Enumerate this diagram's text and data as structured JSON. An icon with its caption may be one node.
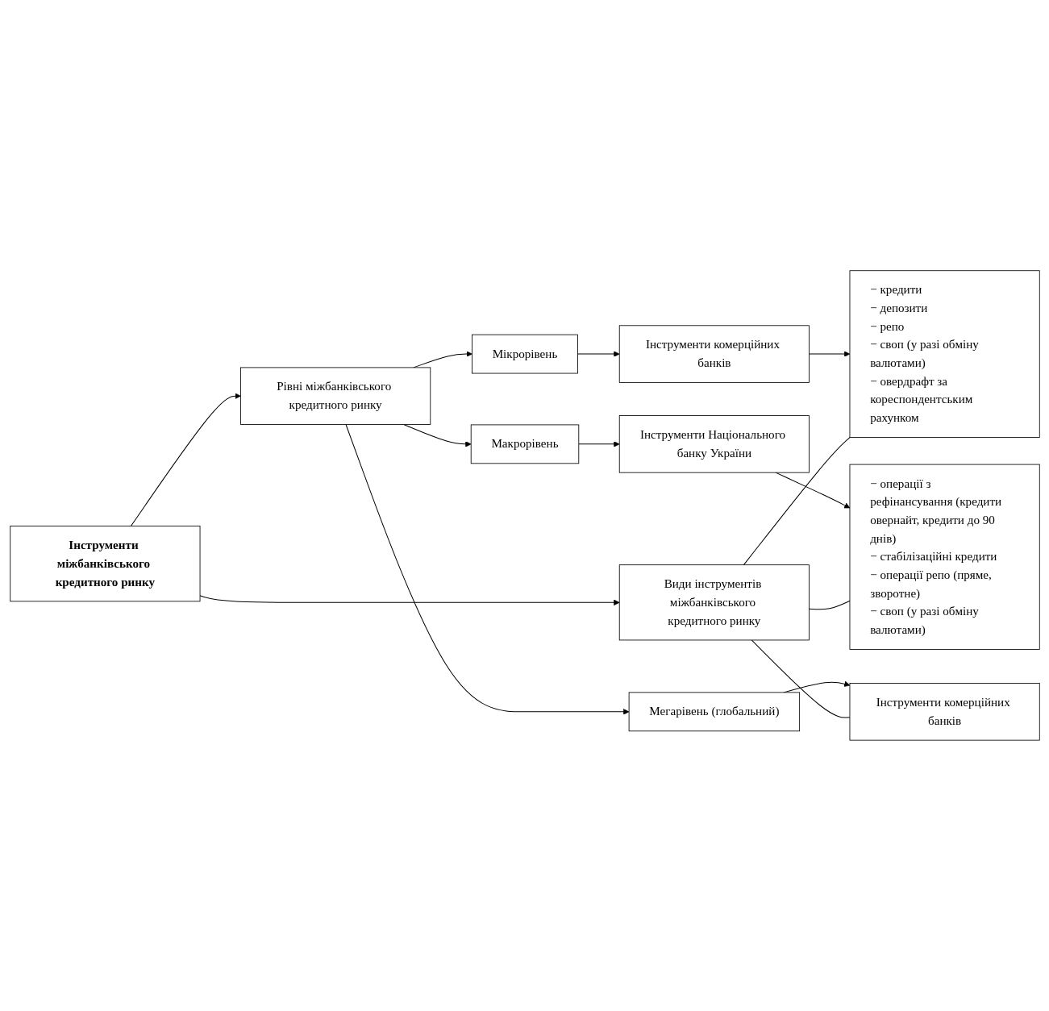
{
  "diagram": {
    "nodes": [
      {
        "text": [
          "Інструменти міжбанківського кредитного ринку"
        ]
      },
      {
        "text": [
          "Рівні міжбанківського кредитного ринку"
        ]
      },
      {
        "text": [
          "Види інструментів міжбанківського кредитного ринку"
        ]
      },
      {
        "text": [
          "Мікрорівень"
        ]
      },
      {
        "text": [
          "Інструменти комерційних банків"
        ]
      },
      {
        "text": [
          "− кредити",
          "− депозити",
          "− репо",
          "− своп (у разі обміну валютами)",
          "− овердрафт за кореспондентським рахунком"
        ]
      },
      {
        "text": [
          "Макрорівень"
        ]
      },
      {
        "text": [
          "Інструменти Національного банку України"
        ]
      },
      {
        "text": [
          "− операції з рефінансування (кредити овернайт, кредити до 90 днів)",
          "− стабілізаційні кредити",
          "− операції репо (пряме, зворотне)",
          "− своп (у разі обміну валютами)"
        ]
      },
      {
        "text": [
          "Мегарівень (глобальний)"
        ]
      },
      {
        "text": [
          "Інструменти комерційних банків"
        ]
      }
    ],
    "edges": [
      {
        "from": 0,
        "to": 1,
        "arrow": "to"
      },
      {
        "from": 0,
        "to": 2,
        "arrow": "to"
      },
      {
        "from": 1,
        "to": 3,
        "arrow": "to"
      },
      {
        "from": 1,
        "to": 6,
        "arrow": "to"
      },
      {
        "from": 1,
        "to": 9,
        "arrow": "to"
      },
      {
        "from": 3,
        "to": 4,
        "arrow": "to"
      },
      {
        "from": 4,
        "to": 5,
        "arrow": "to"
      },
      {
        "from": 6,
        "to": 7,
        "arrow": "to"
      },
      {
        "from": 7,
        "to": 8,
        "arrow": "to"
      },
      {
        "from": 9,
        "to": 10,
        "arrow": "to"
      },
      {
        "from": 2,
        "to": 5,
        "arrow": "none"
      },
      {
        "from": 2,
        "to": 8,
        "arrow": "none"
      },
      {
        "from": 2,
        "to": 10,
        "arrow": "none"
      }
    ]
  }
}
